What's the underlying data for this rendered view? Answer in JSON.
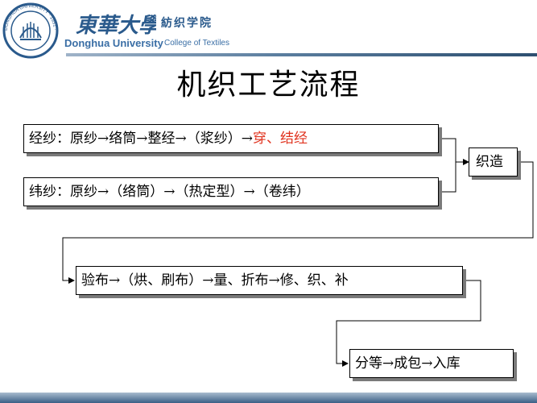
{
  "header": {
    "logo_ring_text": "DONGHUA UNIVERSITY · 1951 ·",
    "university_cn": "東華大學",
    "college_cn": "紡织学院",
    "university_en": "Donghua University",
    "college_en": "College of Textiles"
  },
  "title": "机织工艺流程",
  "boxes": {
    "warp_main": "经纱：原纱→络筒→整经→（浆纱）→",
    "warp_accent": "穿、结经",
    "weft": "纬纱：原纱→（络筒）→（热定型）→（卷纬）",
    "weaving": "织造",
    "inspect": "验布→（烘、刷布）→量、折布→修、织、补",
    "grade": "分等→成包→入库"
  },
  "colors": {
    "accent": "#e0321e",
    "header_blue": "#3a6ea5",
    "bar_dark": "#2d4f70"
  }
}
